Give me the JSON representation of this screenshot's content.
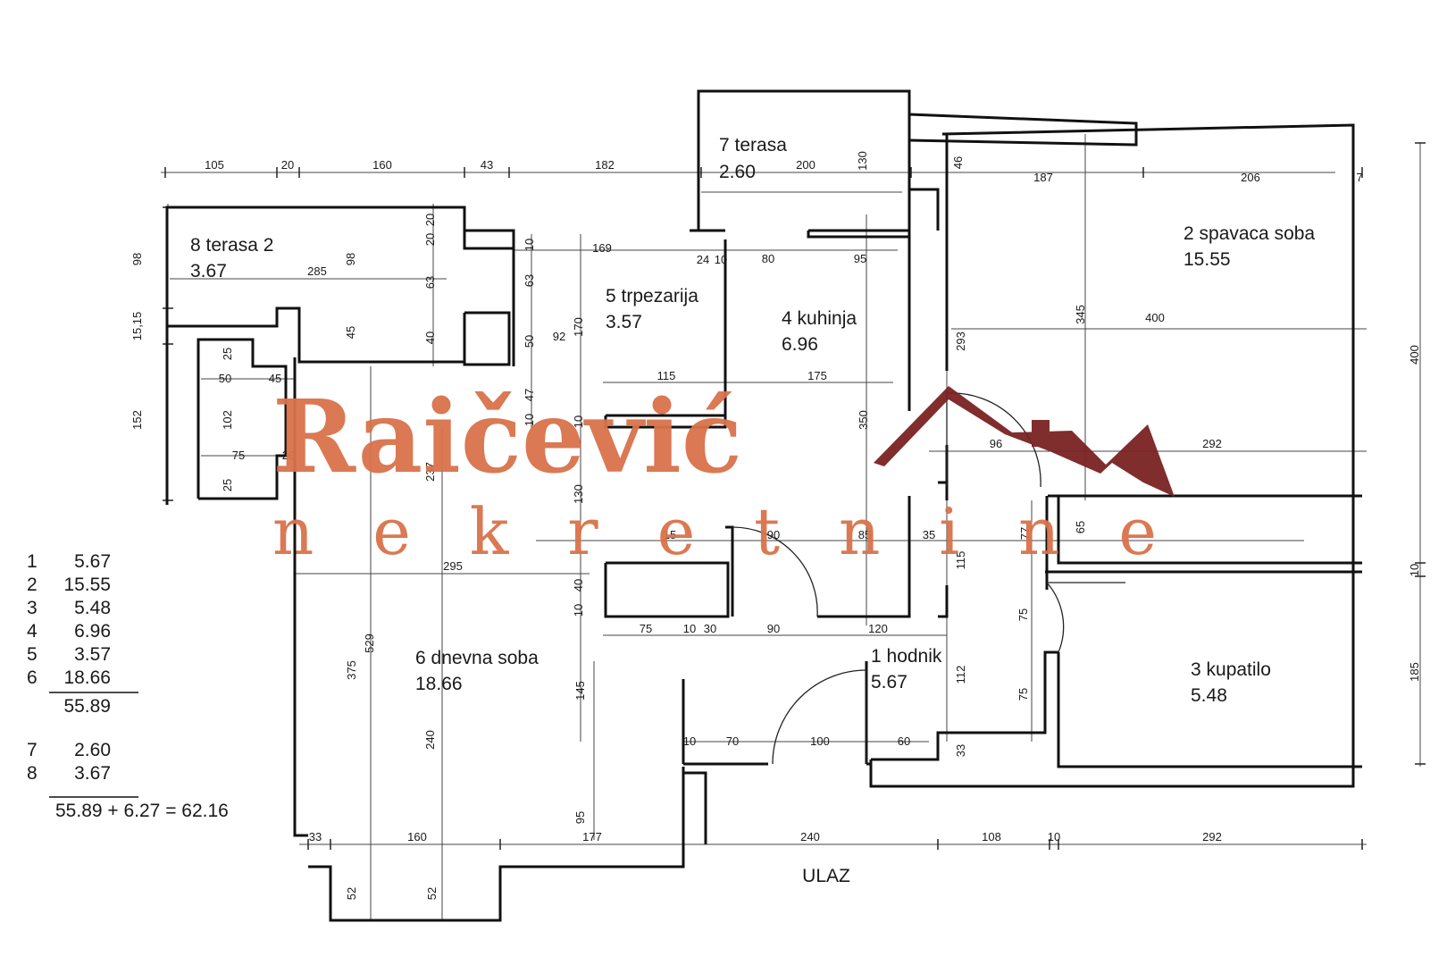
{
  "rooms": [
    {
      "id": "hodnik",
      "name": "1 hodnik",
      "area": "5.67"
    },
    {
      "id": "spavaca",
      "name": "2 spavaca soba",
      "area": "15.55"
    },
    {
      "id": "kupatilo",
      "name": "3 kupatilo",
      "area": "5.48"
    },
    {
      "id": "kuhinja",
      "name": "4 kuhinja",
      "area": "6.96"
    },
    {
      "id": "trpezarija",
      "name": "5 trpezarija",
      "area": "3.57"
    },
    {
      "id": "dnevna",
      "name": "6 dnevna soba",
      "area": "18.66"
    },
    {
      "id": "terasa",
      "name": "7 terasa",
      "area": "2.60"
    },
    {
      "id": "terasa2",
      "name": "8 terasa 2",
      "area": "3.67"
    }
  ],
  "area_table": {
    "rows": [
      {
        "n": "1",
        "v": "5.67"
      },
      {
        "n": "2",
        "v": "15.55"
      },
      {
        "n": "3",
        "v": "5.48"
      },
      {
        "n": "4",
        "v": "6.96"
      },
      {
        "n": "5",
        "v": "3.57"
      },
      {
        "n": "6",
        "v": "18.66"
      }
    ],
    "subtotal": "55.89",
    "terrace_rows": [
      {
        "n": "7",
        "v": "2.60"
      },
      {
        "n": "8",
        "v": "3.67"
      }
    ],
    "total": "55.89 + 6.27 = 62.16"
  },
  "entrance_label": "ULAZ",
  "watermark": {
    "line1": "Raičević",
    "line2": "nekretnine",
    "color": "#d9724a",
    "roof_color": "#7a2222"
  },
  "dimensions": {
    "top": [
      "105",
      "20",
      "160",
      "43",
      "182",
      "200",
      "130",
      "46",
      "187",
      "206",
      "7"
    ],
    "right": [
      "400",
      "10",
      "185"
    ],
    "left": [
      "98",
      "15,15",
      "152"
    ],
    "bottom": [
      "33",
      "160",
      "177",
      "240",
      "108",
      "10",
      "292"
    ],
    "interior": [
      "20",
      "20",
      "98",
      "285",
      "63",
      "40",
      "45",
      "25",
      "50",
      "45",
      "102",
      "75",
      "20",
      "25",
      "10",
      "63",
      "50",
      "92",
      "170",
      "169",
      "24",
      "10",
      "80",
      "95",
      "115",
      "175",
      "47",
      "10",
      "10",
      "237",
      "130",
      "15",
      "90",
      "85",
      "35",
      "96",
      "292",
      "345",
      "400",
      "293",
      "350",
      "65",
      "115",
      "77",
      "40",
      "10",
      "295",
      "529",
      "375",
      "75",
      "10",
      "30",
      "90",
      "120",
      "75",
      "112",
      "75",
      "145",
      "240",
      "95",
      "10",
      "70",
      "100",
      "60",
      "33",
      "52",
      "52"
    ]
  }
}
